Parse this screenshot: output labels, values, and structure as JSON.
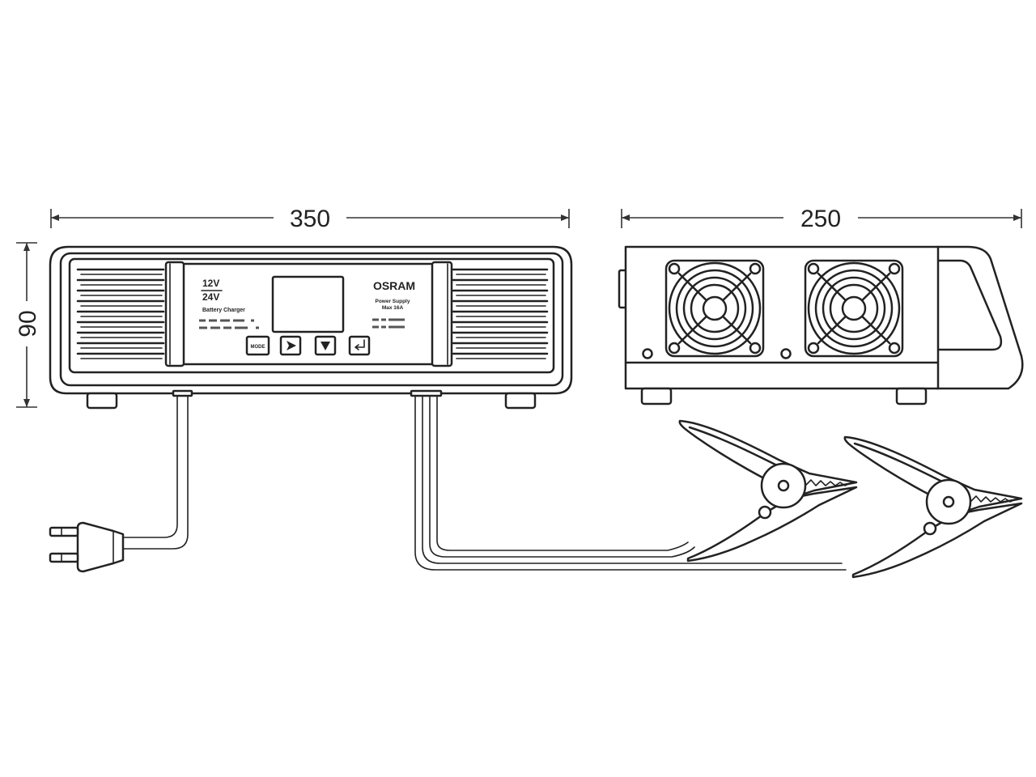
{
  "dimensions": {
    "width_label": "350",
    "depth_label": "250",
    "height_label": "90"
  },
  "panel": {
    "voltage_1": "12V",
    "voltage_2": "24V",
    "left_caption": "Battery Charger",
    "brand": "OSRAM",
    "right_caption_1": "Power Supply",
    "right_caption_2": "Max 16A"
  },
  "buttons": {
    "mode_label": "MODE",
    "icons": [
      "next-arrow-icon",
      "down-arrow-icon",
      "enter-icon"
    ]
  },
  "colors": {
    "line": "#222222",
    "background": "#ffffff"
  }
}
